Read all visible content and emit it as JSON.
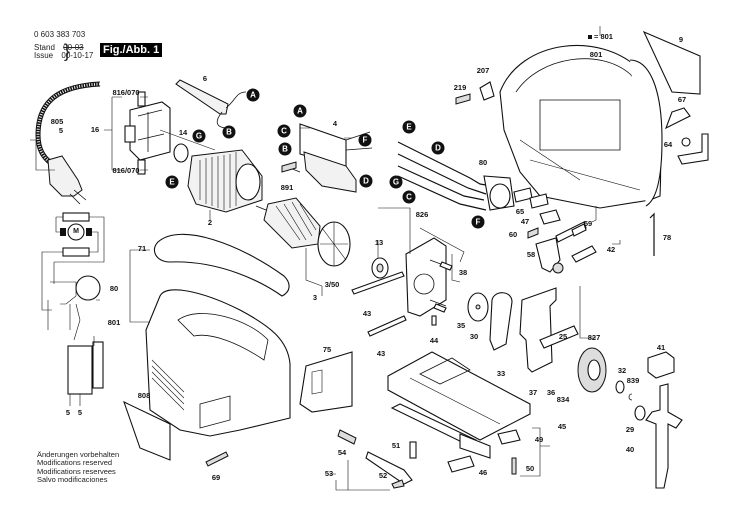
{
  "header": {
    "part_number": "0 603 383 703",
    "stand_label": "Stand",
    "stand_value": "00-03",
    "issue_label": "Issue",
    "issue_value": "00-10-17",
    "figure_label": "Fig./Abb. 1"
  },
  "legend": {
    "marker_icon": "filled-square",
    "text": "= 801"
  },
  "footer": {
    "lines": [
      "Änderungen vorbehalten",
      "Modifications reserved",
      "Modifications reservees",
      "Salvo modificaciones"
    ]
  },
  "part_labels": [
    {
      "id": "9",
      "text": "9"
    },
    {
      "id": "801a",
      "text": "801"
    },
    {
      "id": "207",
      "text": "207"
    },
    {
      "id": "219",
      "text": "219"
    },
    {
      "id": "67",
      "text": "67"
    },
    {
      "id": "64",
      "text": "64"
    },
    {
      "id": "6",
      "text": "6"
    },
    {
      "id": "816a",
      "text": "816/070"
    },
    {
      "id": "816b",
      "text": "816/070"
    },
    {
      "id": "16",
      "text": "16"
    },
    {
      "id": "805",
      "text": "805"
    },
    {
      "id": "5a",
      "text": "5"
    },
    {
      "id": "14",
      "text": "14"
    },
    {
      "id": "2",
      "text": "2"
    },
    {
      "id": "4",
      "text": "4"
    },
    {
      "id": "891",
      "text": "891"
    },
    {
      "id": "80a",
      "text": "80"
    },
    {
      "id": "65",
      "text": "65"
    },
    {
      "id": "47",
      "text": "47"
    },
    {
      "id": "59",
      "text": "59"
    },
    {
      "id": "60",
      "text": "60"
    },
    {
      "id": "58",
      "text": "58"
    },
    {
      "id": "42",
      "text": "42"
    },
    {
      "id": "78",
      "text": "78"
    },
    {
      "id": "826",
      "text": "826"
    },
    {
      "id": "13",
      "text": "13"
    },
    {
      "id": "3_50",
      "text": "3/50"
    },
    {
      "id": "3",
      "text": "3"
    },
    {
      "id": "38",
      "text": "38"
    },
    {
      "id": "35",
      "text": "35"
    },
    {
      "id": "30",
      "text": "30"
    },
    {
      "id": "33",
      "text": "33"
    },
    {
      "id": "25",
      "text": "25"
    },
    {
      "id": "43a",
      "text": "43"
    },
    {
      "id": "43b",
      "text": "43"
    },
    {
      "id": "44",
      "text": "44"
    },
    {
      "id": "37",
      "text": "37"
    },
    {
      "id": "36",
      "text": "36"
    },
    {
      "id": "834",
      "text": "834"
    },
    {
      "id": "827",
      "text": "827"
    },
    {
      "id": "32",
      "text": "32"
    },
    {
      "id": "839",
      "text": "839"
    },
    {
      "id": "29",
      "text": "29"
    },
    {
      "id": "41",
      "text": "41"
    },
    {
      "id": "40",
      "text": "40"
    },
    {
      "id": "71",
      "text": "71"
    },
    {
      "id": "80b",
      "text": "80"
    },
    {
      "id": "801b",
      "text": "801"
    },
    {
      "id": "75",
      "text": "75"
    },
    {
      "id": "808",
      "text": "808"
    },
    {
      "id": "69",
      "text": "69"
    },
    {
      "id": "5b",
      "text": "5"
    },
    {
      "id": "5c",
      "text": "5"
    },
    {
      "id": "45",
      "text": "45"
    },
    {
      "id": "49",
      "text": "49"
    },
    {
      "id": "50",
      "text": "50"
    },
    {
      "id": "46",
      "text": "46"
    },
    {
      "id": "51",
      "text": "51"
    },
    {
      "id": "52",
      "text": "52"
    },
    {
      "id": "53",
      "text": "53"
    },
    {
      "id": "54",
      "text": "54"
    }
  ],
  "connector_markers": [
    {
      "id": "A1",
      "text": "A"
    },
    {
      "id": "B1",
      "text": "B"
    },
    {
      "id": "G1",
      "text": "G"
    },
    {
      "id": "E1",
      "text": "E"
    },
    {
      "id": "A2",
      "text": "A"
    },
    {
      "id": "C1",
      "text": "C"
    },
    {
      "id": "B2",
      "text": "B"
    },
    {
      "id": "F1",
      "text": "F"
    },
    {
      "id": "D1",
      "text": "D"
    },
    {
      "id": "E2",
      "text": "E"
    },
    {
      "id": "D2",
      "text": "D"
    },
    {
      "id": "G2",
      "text": "G"
    },
    {
      "id": "C2",
      "text": "C"
    },
    {
      "id": "F2",
      "text": "F"
    }
  ],
  "schematic": {
    "motor_symbol": "M"
  }
}
